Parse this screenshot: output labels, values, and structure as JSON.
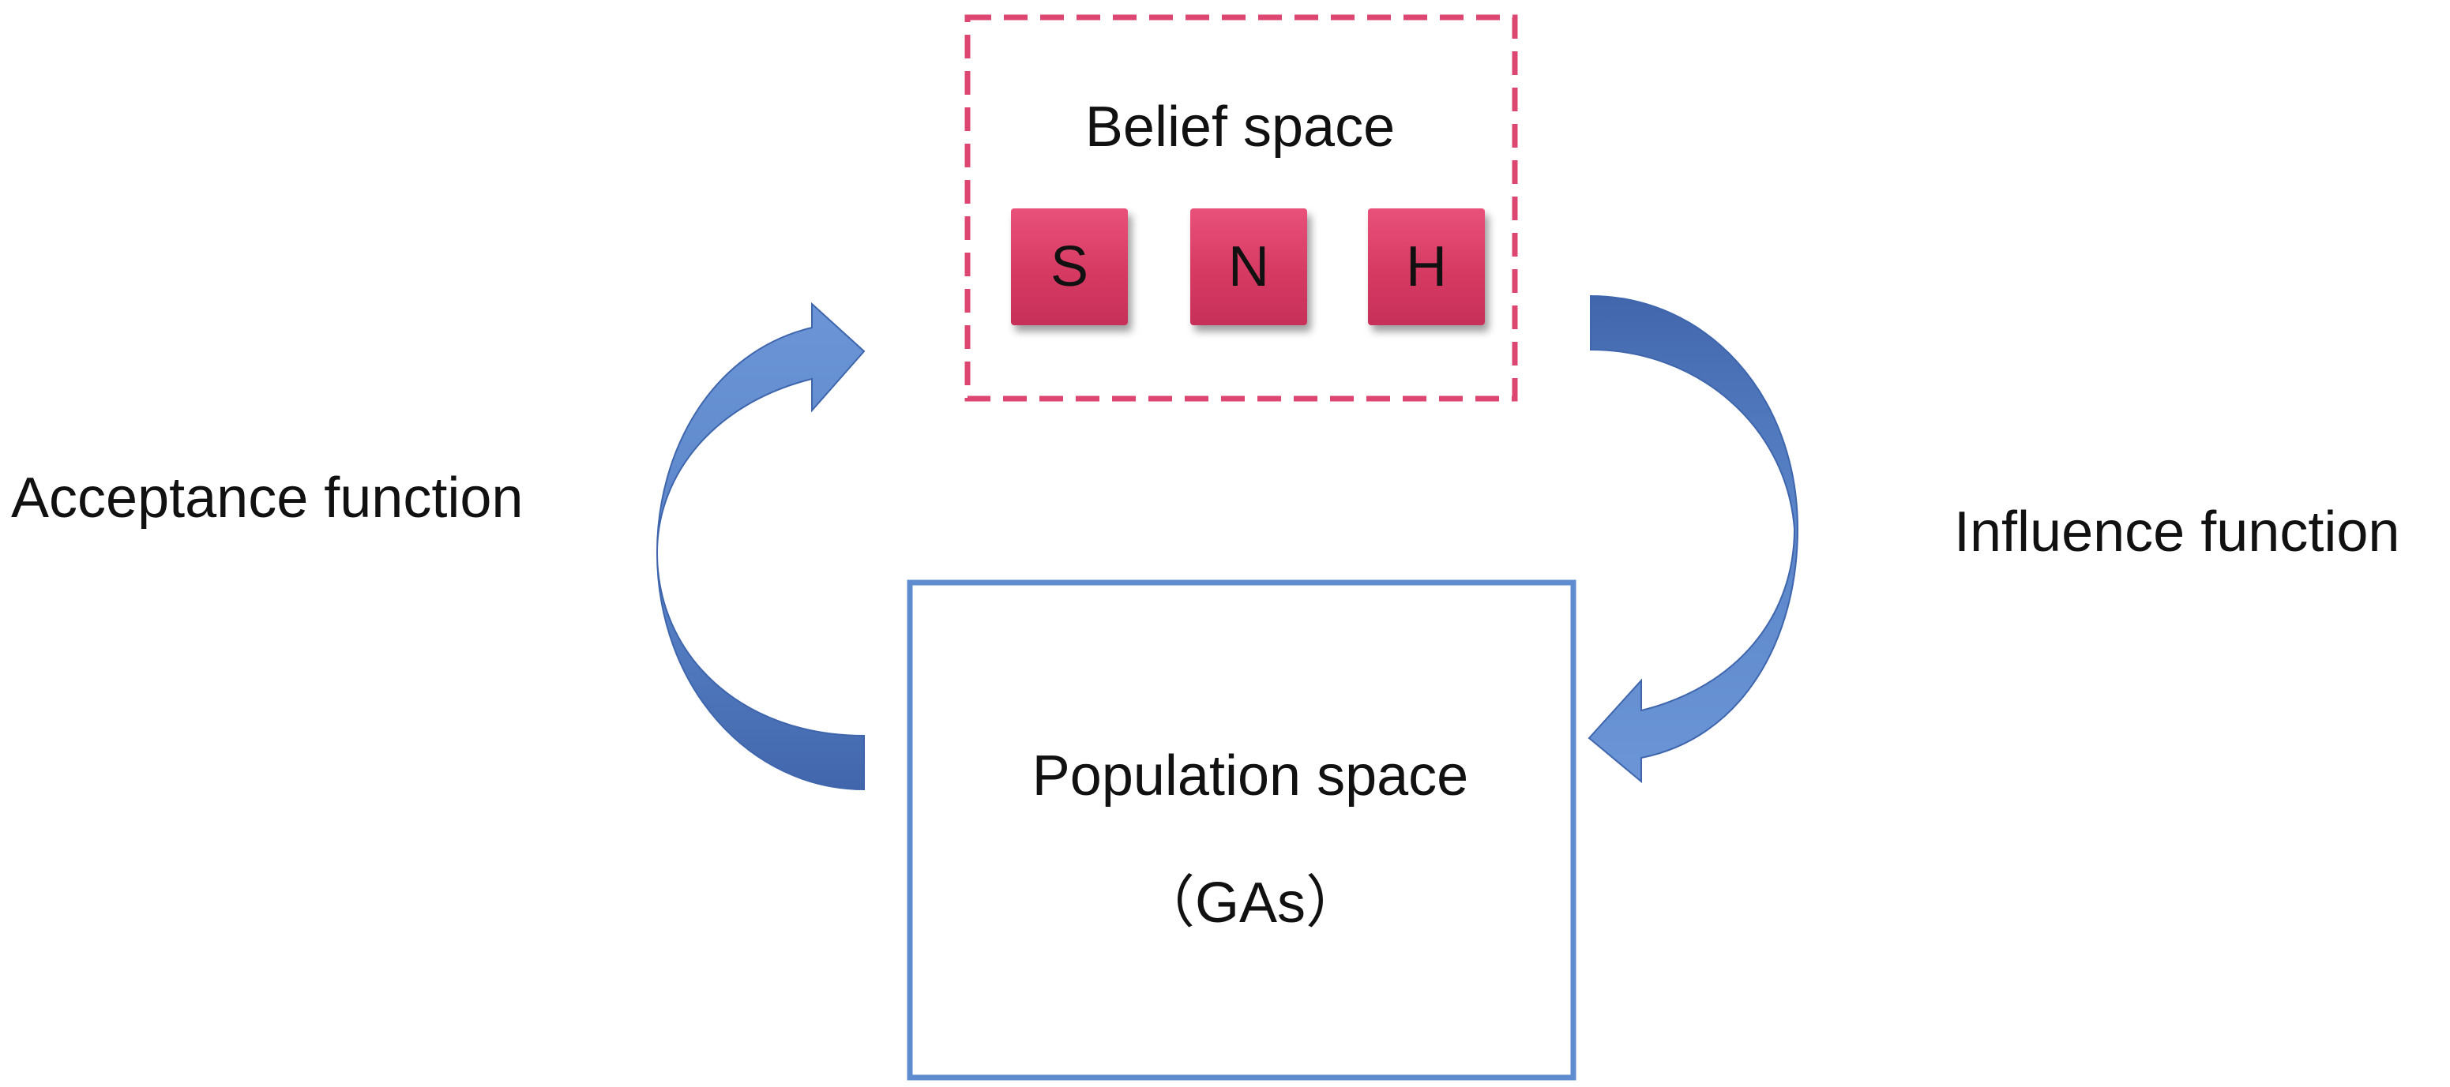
{
  "belief_space": {
    "title": "Belief space",
    "components": [
      "S",
      "N",
      "H"
    ],
    "border_color": "#dc4670",
    "tile_color": "#d83d66"
  },
  "population_space": {
    "title": "Population space",
    "subtitle": "（GAs）",
    "border_color": "#5f8bcf"
  },
  "acceptance_function": {
    "label": "Acceptance function"
  },
  "influence_function": {
    "label": "Influence function"
  },
  "arrow_color": "#5a85c8"
}
